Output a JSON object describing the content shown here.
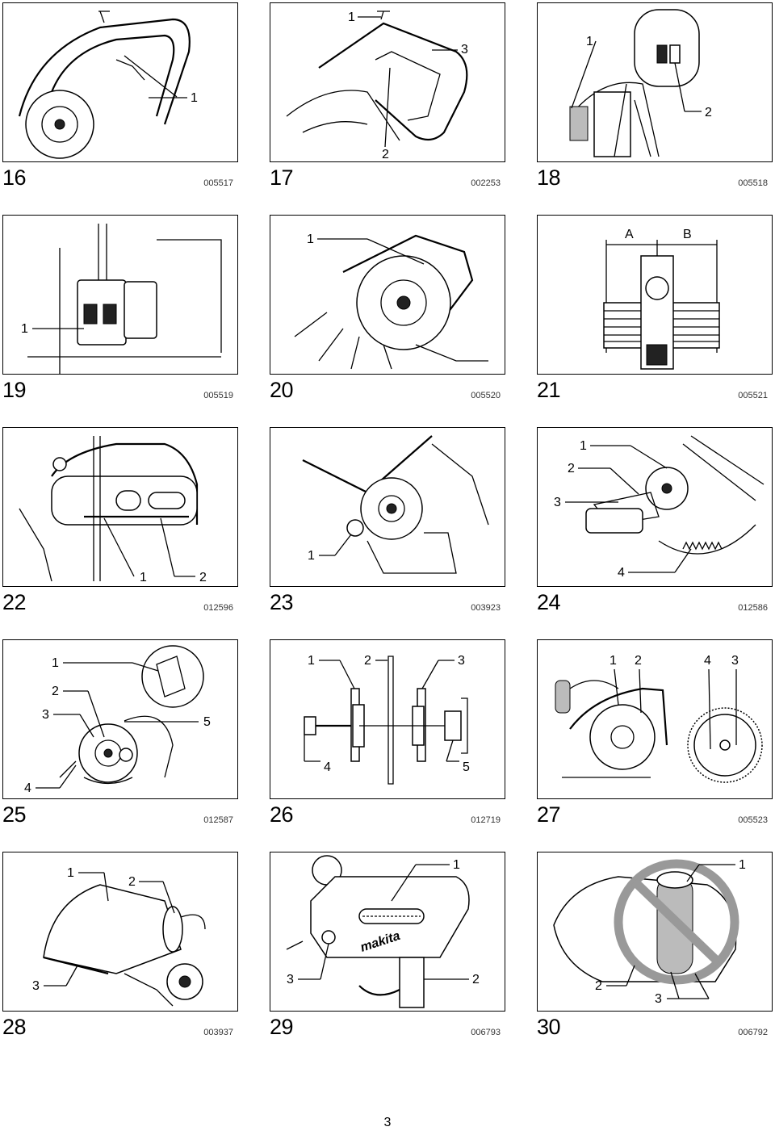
{
  "figures": [
    {
      "number": "16",
      "code": "005517",
      "callouts": [
        "1"
      ]
    },
    {
      "number": "17",
      "code": "002253",
      "callouts": [
        "1",
        "2",
        "3"
      ]
    },
    {
      "number": "18",
      "code": "005518",
      "callouts": [
        "1",
        "2"
      ]
    },
    {
      "number": "19",
      "code": "005519",
      "callouts": [
        "1"
      ]
    },
    {
      "number": "20",
      "code": "005520",
      "callouts": [
        "1"
      ]
    },
    {
      "number": "21",
      "code": "005521",
      "callouts": [
        "A",
        "B"
      ]
    },
    {
      "number": "22",
      "code": "012596",
      "callouts": [
        "1",
        "2"
      ]
    },
    {
      "number": "23",
      "code": "003923",
      "callouts": [
        "1"
      ]
    },
    {
      "number": "24",
      "code": "012586",
      "callouts": [
        "1",
        "2",
        "3",
        "4"
      ]
    },
    {
      "number": "25",
      "code": "012587",
      "callouts": [
        "1",
        "2",
        "3",
        "4",
        "5"
      ]
    },
    {
      "number": "26",
      "code": "012719",
      "callouts": [
        "1",
        "2",
        "3",
        "4",
        "5"
      ]
    },
    {
      "number": "27",
      "code": "005523",
      "callouts": [
        "1",
        "2",
        "4",
        "3"
      ]
    },
    {
      "number": "28",
      "code": "003937",
      "callouts": [
        "1",
        "2",
        "3"
      ],
      "brand": ""
    },
    {
      "number": "29",
      "code": "006793",
      "callouts": [
        "1",
        "3",
        "2"
      ],
      "brand": "makita"
    },
    {
      "number": "30",
      "code": "006792",
      "callouts": [
        "1",
        "2",
        "3"
      ]
    }
  ],
  "page_number": "3"
}
